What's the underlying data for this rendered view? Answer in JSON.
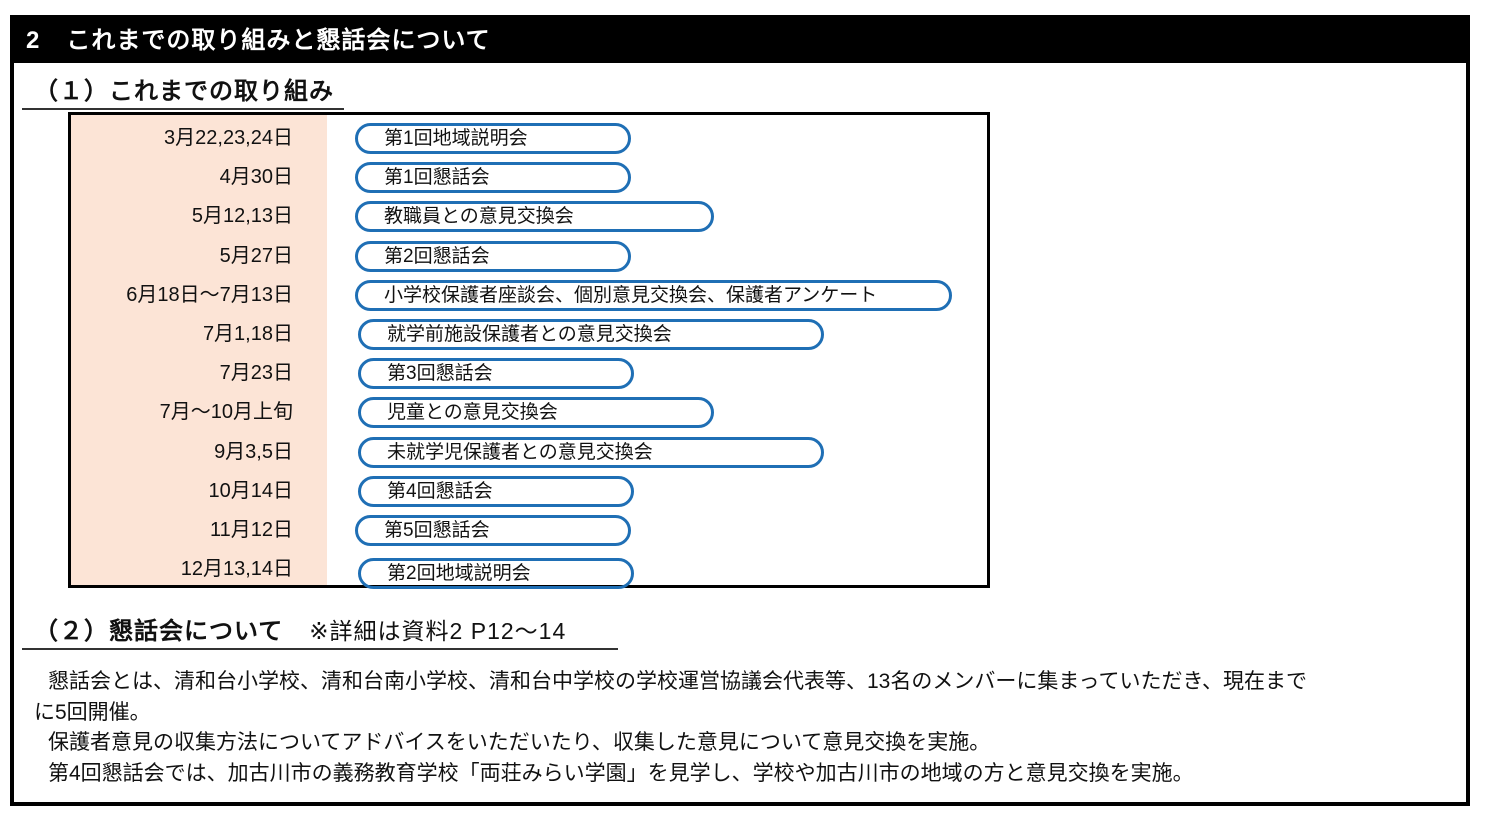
{
  "header": {
    "number": "2",
    "title": "これまでの取り組みと懇話会について"
  },
  "section1": {
    "title": "（１）これまでの取り組み"
  },
  "schedule": [
    {
      "date": "3月22,23,24日",
      "event": "第1回地域説明会"
    },
    {
      "date": "4月30日",
      "event": "第1回懇話会"
    },
    {
      "date": "5月12,13日",
      "event": "教職員との意見交換会"
    },
    {
      "date": "5月27日",
      "event": "第2回懇話会"
    },
    {
      "date": "6月18日～7月13日",
      "event": "小学校保護者座談会、個別意見交換会、保護者アンケート"
    },
    {
      "date": "7月1,18日",
      "event": "就学前施設保護者との意見交換会"
    },
    {
      "date": "7月23日",
      "event": "第3回懇話会"
    },
    {
      "date": "7月～10月上旬",
      "event": "児童との意見交換会"
    },
    {
      "date": "9月3,5日",
      "event": "未就学児保護者との意見交換会"
    },
    {
      "date": "10月14日",
      "event": "第4回懇話会"
    },
    {
      "date": "11月12日",
      "event": "第5回懇話会"
    },
    {
      "date": "12月13,14日",
      "event": "第2回地域説明会"
    }
  ],
  "section2": {
    "title": "（２）懇話会について",
    "note": "※詳細は資料2 P12～14"
  },
  "paragraphs": [
    "懇話会とは、清和台小学校、清和台南小学校、清和台中学校の学校運営協議会代表等、13名のメンバーに集まっていただき、現在まで",
    "に5回開催。",
    "保護者意見の収集方法についてアドバイスをいただいたり、収集した意見について意見交換を実施。",
    "第4回懇話会では、加古川市の義務教育学校「両荘みらい学園」を見学し、学校や加古川市の地域の方と意見交換を実施。"
  ],
  "colors": {
    "pill_border": "#1f6fb5",
    "date_bg": "#fce4d6"
  }
}
